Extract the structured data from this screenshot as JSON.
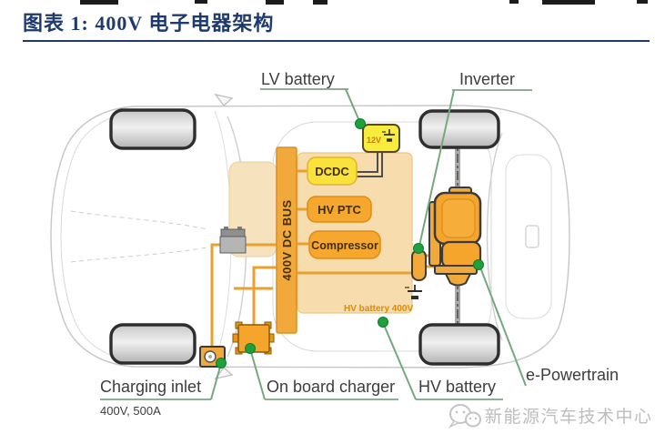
{
  "header": {
    "title": "图表 1:  400V 电子电器架构"
  },
  "diagram": {
    "callouts": {
      "lv_battery": "LV battery",
      "inverter": "Inverter",
      "charging_inlet": "Charging inlet",
      "charging_inlet_spec": "400V, 500A",
      "on_board_charger": "On board charger",
      "hv_battery": "HV battery",
      "e_powertrain": "e-Powertrain"
    },
    "components": {
      "dc_bus": "400V DC BUS",
      "dcdc": "DCDC",
      "hv_ptc": "HV PTC",
      "compressor": "Compressor",
      "lv_battery_voltage": "12V",
      "hv_battery_panel": "HV battery 400V"
    },
    "colors": {
      "component_orange": "#F5A52C",
      "component_yellow": "#F8E93C",
      "battery_panel_tan": "#F7DCAE",
      "wire_orange": "#ED9F2E",
      "marker_green": "#1FA03C",
      "leader_green": "#74A97E",
      "title_navy": "#1E3A6E"
    }
  },
  "watermark": {
    "text": "新能源汽车技术中心"
  }
}
